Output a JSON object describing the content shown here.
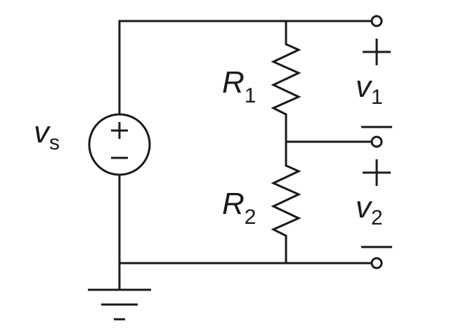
{
  "source": {
    "symbol": "v",
    "subscript": "s"
  },
  "resistors": [
    {
      "symbol": "R",
      "subscript": "1"
    },
    {
      "symbol": "R",
      "subscript": "2"
    }
  ],
  "outputs": [
    {
      "symbol": "v",
      "subscript": "1",
      "plus": "+",
      "minus": "−"
    },
    {
      "symbol": "v",
      "subscript": "2",
      "plus": "+",
      "minus": "−"
    }
  ]
}
